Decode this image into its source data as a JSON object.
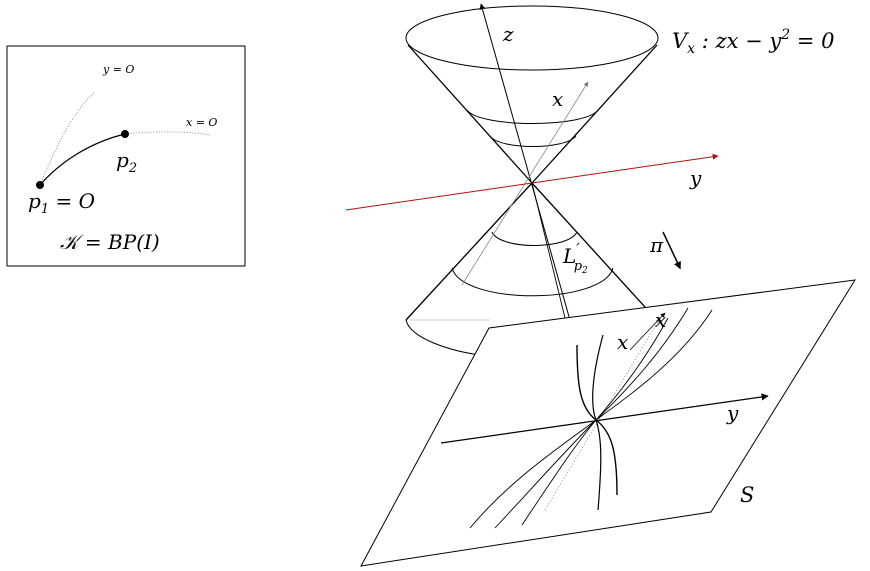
{
  "inset": {
    "curve_y_label": "y = O",
    "curve_x_label": "x = O",
    "point_p2_label": "p",
    "point_p2_sub": "2",
    "point_p1_label": "p",
    "point_p1_sub": "1",
    "point_p1_eq": " = O",
    "caption": "𝒦 = BP(I)"
  },
  "cone": {
    "equation_prefix": "V",
    "equation_sub": "x",
    "equation_body": " : zx − y",
    "equation_sup": "2",
    "equation_tail": " = 0",
    "axis_z": "z",
    "axis_x": "x",
    "axis_y": "y",
    "line_label": "L",
    "line_label_prime": "′",
    "line_label_sub": "p",
    "line_label_subsub": "2"
  },
  "projection": {
    "map_label": "π"
  },
  "surface": {
    "label": "S",
    "axis_x_outer": "x",
    "axis_x_inner": "x",
    "axis_y": "y"
  },
  "colors": {
    "ink": "#000000",
    "y_axis_line": "#b01010",
    "faint": "#9a9a9a"
  }
}
